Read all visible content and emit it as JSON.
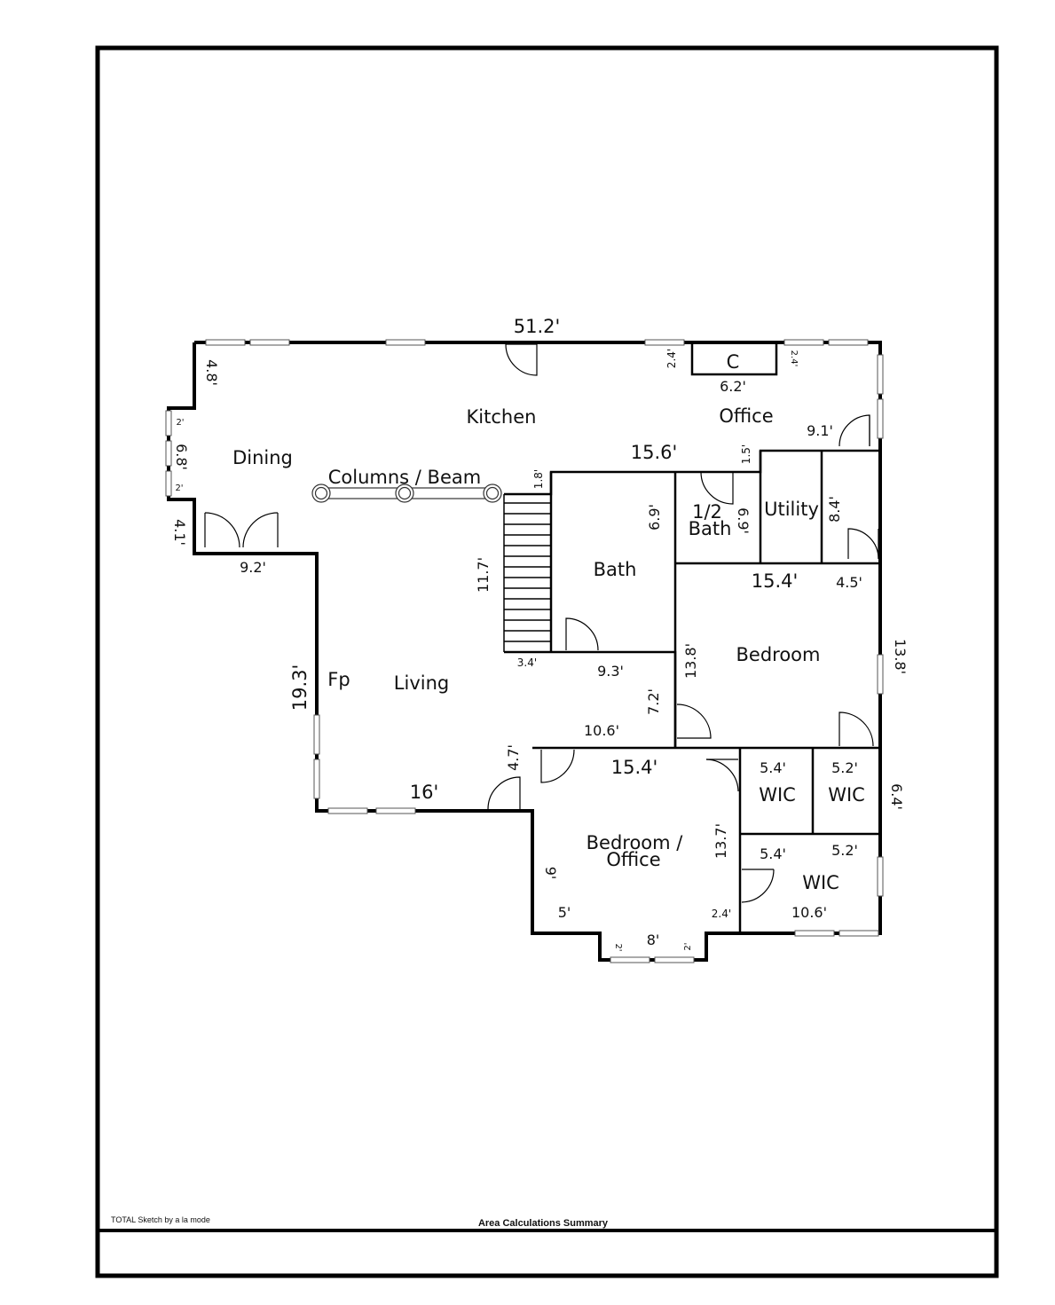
{
  "rooms": {
    "kitchen": "Kitchen",
    "office": "Office",
    "dining": "Dining",
    "columns_beam": "Columns / Beam",
    "bath": "Bath",
    "half_bath_1": "1/2",
    "half_bath_2": "Bath",
    "utility": "Utility",
    "bedroom": "Bedroom",
    "fp": "Fp",
    "living": "Living",
    "bedroom_office_1": "Bedroom /",
    "bedroom_office_2": "Office",
    "wic_1": "WIC",
    "wic_2": "WIC",
    "wic_3": "WIC",
    "closet": "C"
  },
  "dimensions": {
    "top_width": "51.2'",
    "dining_top_side": "4.8'",
    "closet_left": "2.4'",
    "closet_right": "2.4'",
    "closet_width": "6.2'",
    "office_right": "9.1'",
    "bay_top": "2'",
    "bay_mid": "6.8'",
    "bay_bottom": "2'",
    "dining_lower_side": "4.1'",
    "dining_bottom": "9.2'",
    "bath_top": "15.6'",
    "stair_top": "1.8'",
    "utility_top": "1.5'",
    "bath_right": "6.9'",
    "half_bath_right": "6.9'",
    "utility_right": "8.4'",
    "stair_length": "11.7'",
    "bedroom_top": "15.4'",
    "bedroom_top_right": "4.5'",
    "right_side": "13.8'",
    "bedroom_left": "13.8'",
    "stair_bottom": "3.4'",
    "bath_bottom": "9.3'",
    "living_left": "19.3'",
    "living_notch": "7.2'",
    "living_bottom_right": "10.6'",
    "living_step": "4.7'",
    "living_bottom": "16'",
    "bedroom_office_top": "15.4'",
    "wic1_top": "5.4'",
    "wic2_top": "5.2'",
    "wic_right": "6.4'",
    "bedroom_office_right": "13.7'",
    "wic3_top_left": "5.4'",
    "wic3_top_right": "5.2'",
    "bedroom_office_left": "9'",
    "bedroom_office_bottom_left": "5'",
    "bedroom_office_bottom_right": "2.4'",
    "wic3_bottom": "10.6'",
    "bay2_left": "2'",
    "bay2_mid": "8'",
    "bay2_right": "2'"
  },
  "footer": {
    "software": "TOTAL Sketch by a la mode",
    "summary_title": "Area Calculations Summary"
  }
}
